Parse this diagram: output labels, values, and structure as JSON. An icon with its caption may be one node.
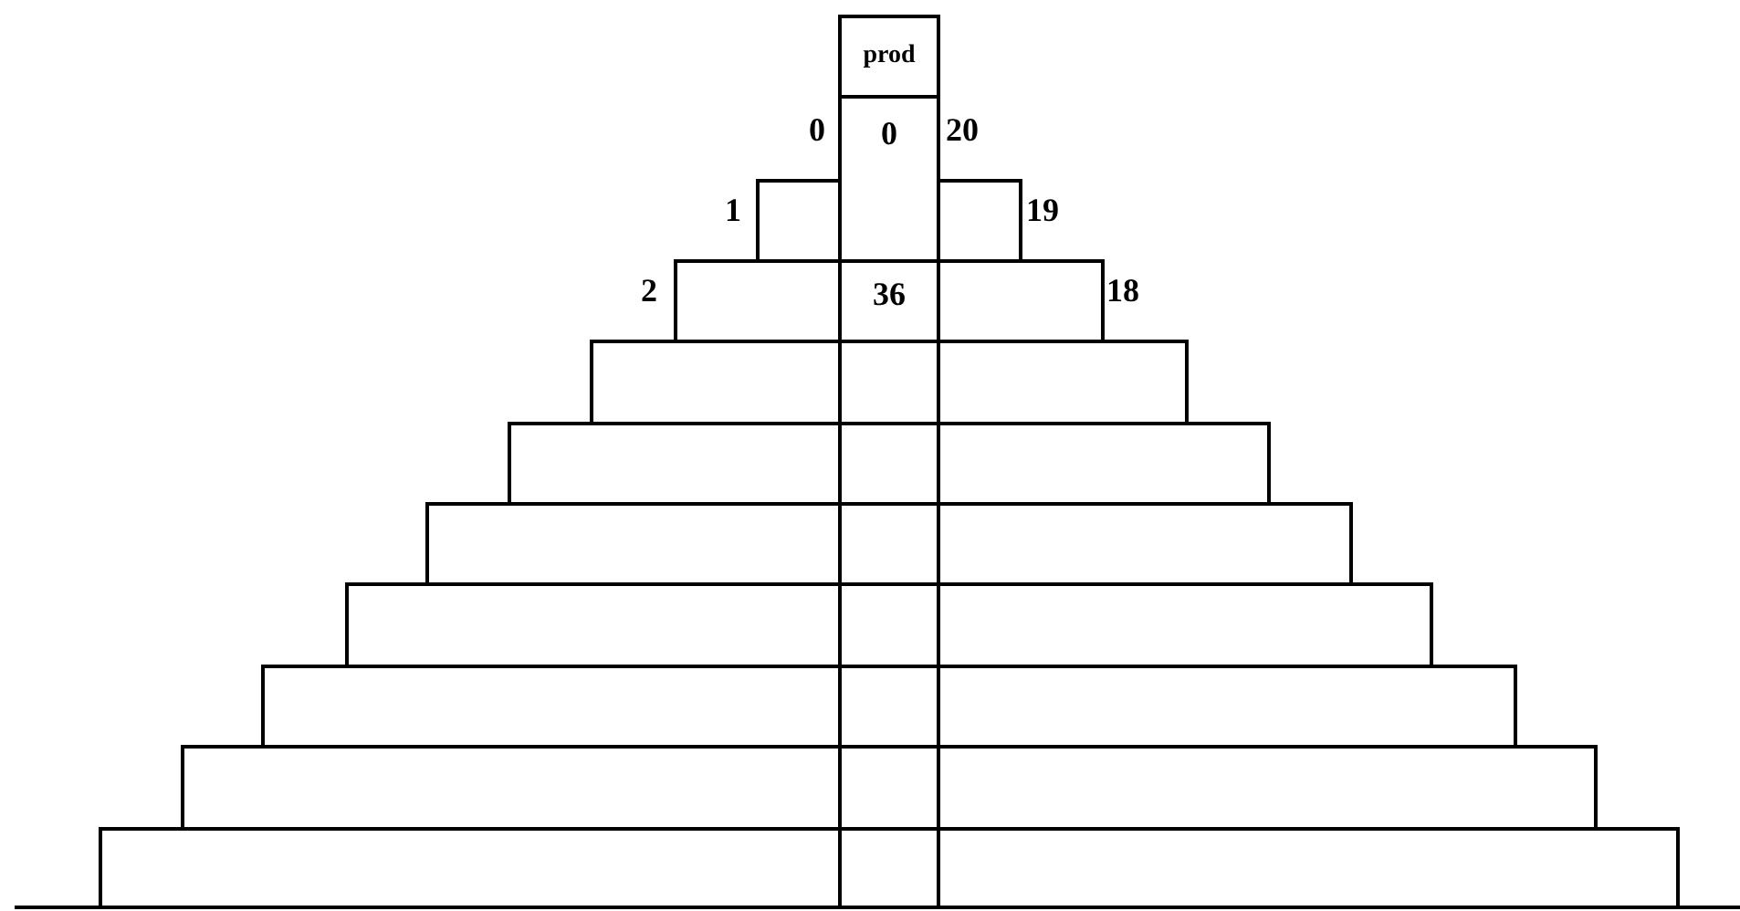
{
  "diagram": {
    "nodes": [
      {
        "text": [
          "prod"
        ]
      },
      {
        "text": [
          "0",
          "36"
        ]
      },
      {
        "text": [],
        "shape": "box"
      },
      {
        "text": [],
        "shape": "box"
      },
      {
        "text": [],
        "shape": "box"
      },
      {
        "text": [],
        "shape": "box"
      },
      {
        "text": [],
        "shape": "box"
      },
      {
        "text": [],
        "shape": "box"
      },
      {
        "text": [],
        "shape": "box"
      },
      {
        "text": [],
        "shape": "box"
      },
      {
        "text": [],
        "shape": "box"
      },
      {
        "text": [],
        "shape": "box"
      },
      {
        "text": [],
        "shape": "box"
      },
      {
        "text": [],
        "shape": "box"
      },
      {
        "text": [],
        "shape": "box"
      },
      {
        "text": [],
        "shape": "box"
      },
      {
        "text": [],
        "shape": "box"
      },
      {
        "text": [],
        "shape": "box"
      },
      {
        "text": [],
        "shape": "box"
      },
      {
        "text": [],
        "shape": "box"
      }
    ],
    "labels": [
      "0",
      "20",
      "1",
      "19",
      "2",
      "18"
    ]
  }
}
